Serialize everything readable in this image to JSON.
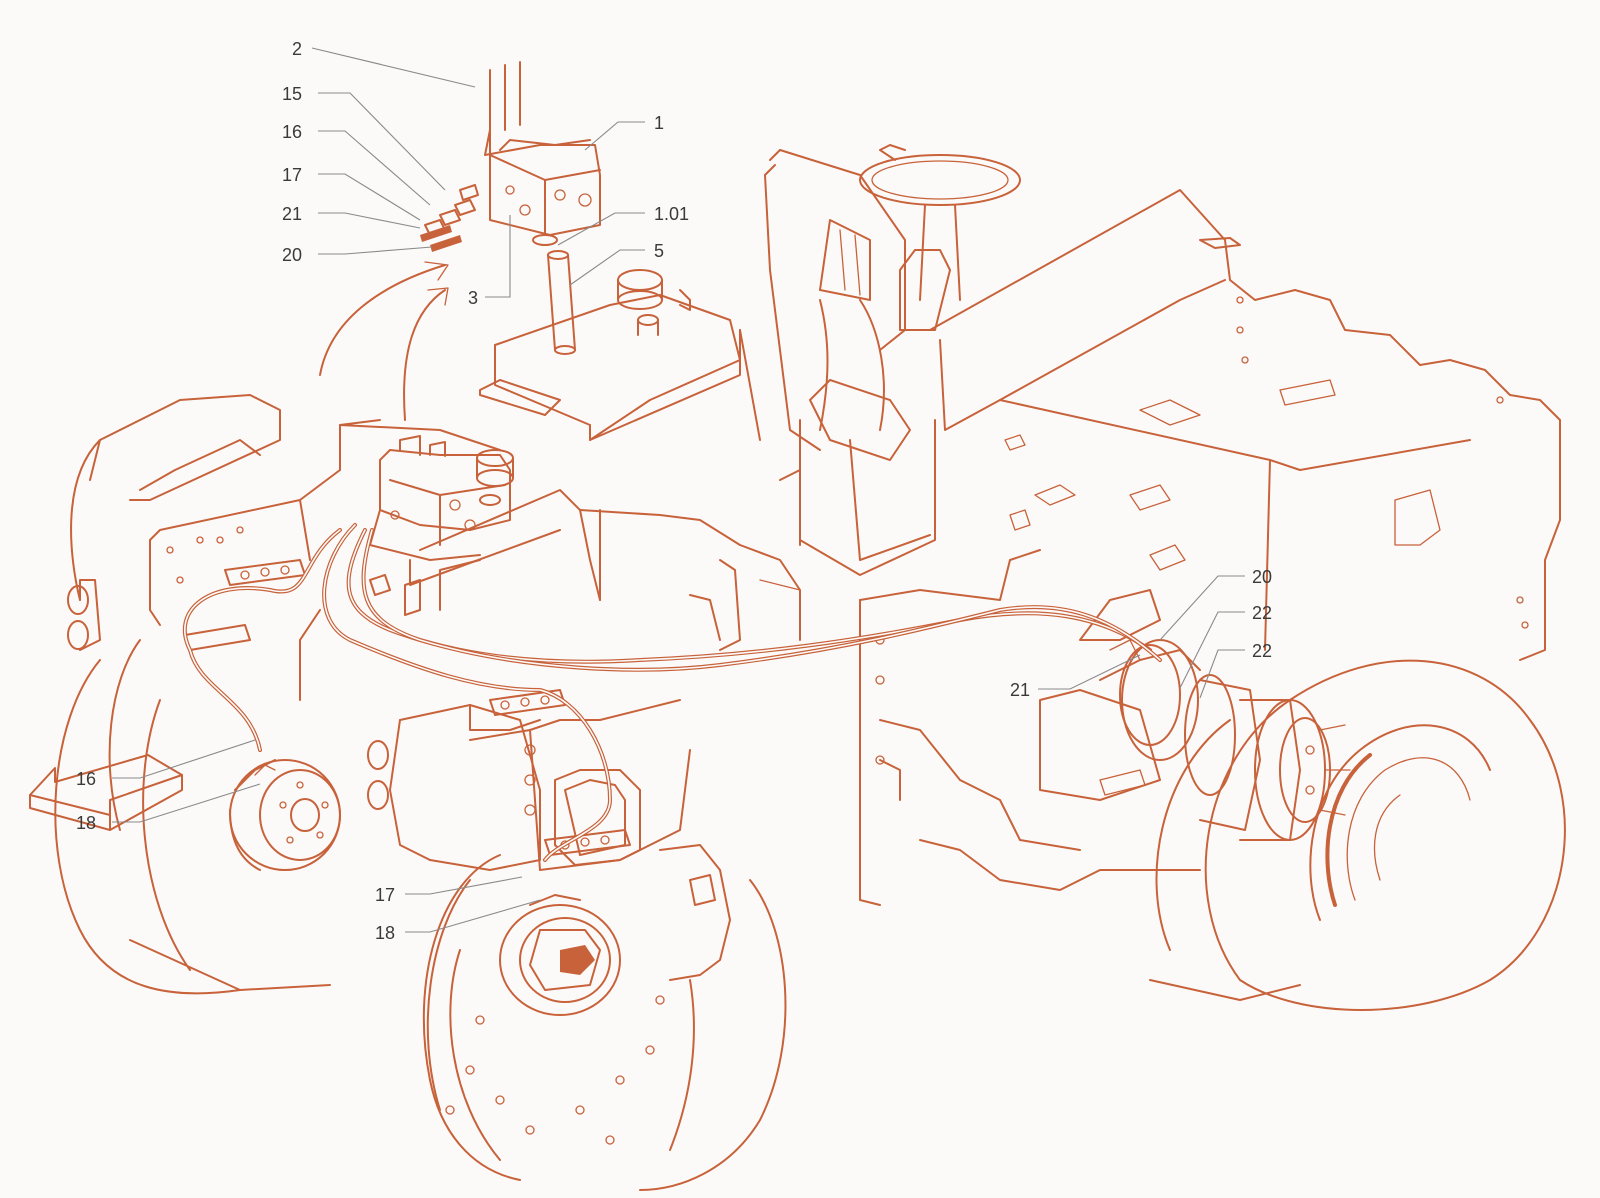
{
  "colors": {
    "line": "#c8623a",
    "leader": "#8a8a8a",
    "label": "#3a3a3a",
    "background": "#fbfaf9"
  },
  "icons": {
    "direction_arrow": "direction-arrow-icon"
  },
  "callouts": [
    {
      "id": "c-2-top",
      "text": "2"
    },
    {
      "id": "c-15-top",
      "text": "15"
    },
    {
      "id": "c-16-top",
      "text": "16"
    },
    {
      "id": "c-17-top",
      "text": "17"
    },
    {
      "id": "c-21-top",
      "text": "21"
    },
    {
      "id": "c-20-top",
      "text": "20"
    },
    {
      "id": "c-1-top",
      "text": "1"
    },
    {
      "id": "c-101-top",
      "text": "1.01"
    },
    {
      "id": "c-5-top",
      "text": "5"
    },
    {
      "id": "c-3-top",
      "text": "3"
    },
    {
      "id": "c-20-right",
      "text": "20"
    },
    {
      "id": "c-22a-right",
      "text": "22"
    },
    {
      "id": "c-22b-right",
      "text": "22"
    },
    {
      "id": "c-21-right",
      "text": "21"
    },
    {
      "id": "c-16-left",
      "text": "16"
    },
    {
      "id": "c-18-left",
      "text": "18"
    },
    {
      "id": "c-17-mid",
      "text": "17"
    },
    {
      "id": "c-18-mid",
      "text": "18"
    }
  ]
}
